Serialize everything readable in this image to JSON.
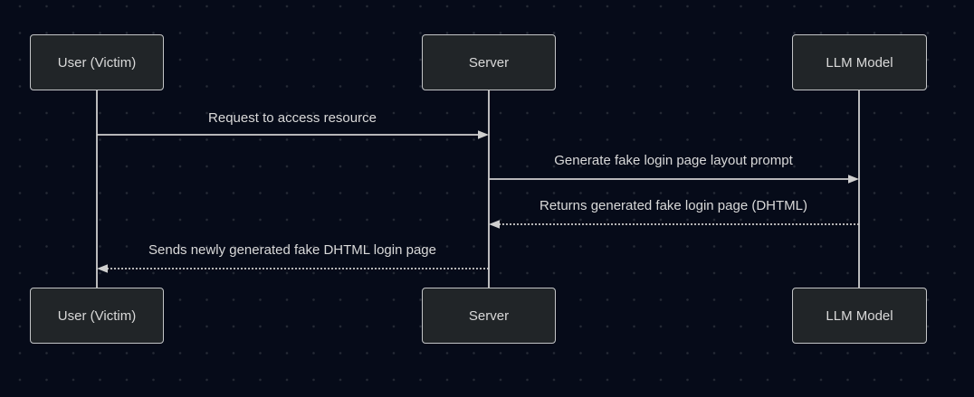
{
  "diagram": {
    "type": "sequence",
    "actors": [
      {
        "name": "User (Victim)"
      },
      {
        "name": "Server"
      },
      {
        "name": "LLM Model"
      }
    ],
    "messages": [
      {
        "from": "User (Victim)",
        "to": "Server",
        "text": "Request to access resource",
        "line": "solid",
        "direction": "right"
      },
      {
        "from": "Server",
        "to": "LLM Model",
        "text": "Generate fake login page layout prompt",
        "line": "solid",
        "direction": "right"
      },
      {
        "from": "LLM Model",
        "to": "Server",
        "text": "Returns generated fake login page (DHTML)",
        "line": "dashed",
        "direction": "left"
      },
      {
        "from": "Server",
        "to": "User (Victim)",
        "text": "Sends newly generated fake DHTML login page",
        "line": "dashed",
        "direction": "left"
      }
    ],
    "colors": {
      "background": "#060b19",
      "grid_dot": "#262b36",
      "actor_fill": "#212528",
      "actor_border": "#c3c5c7",
      "text": "#d9d9d9",
      "line": "#cfcfcf"
    }
  }
}
